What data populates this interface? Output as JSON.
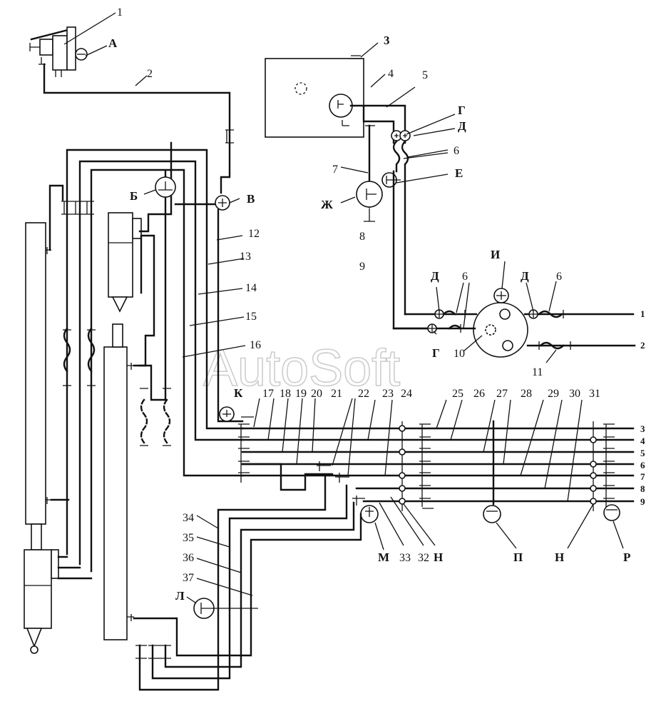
{
  "watermark": "AutoSoft",
  "callouts": {
    "n1": "1",
    "n2": "2",
    "n3": "3",
    "n4": "4",
    "n5": "5",
    "n6a": "6",
    "n7": "7",
    "n8": "8",
    "n9": "9",
    "n12": "12",
    "n13": "13",
    "n14": "14",
    "n15": "15",
    "n16": "16",
    "n6b": "6",
    "n6c": "6",
    "n10": "10",
    "n11": "11",
    "n17": "17",
    "n18": "18",
    "n19": "19",
    "n20": "20",
    "n21": "21",
    "n22": "22",
    "n23": "23",
    "n24": "24",
    "n25": "25",
    "n26": "26",
    "n27": "27",
    "n28": "28",
    "n29": "29",
    "n30": "30",
    "n31": "31",
    "n32": "32",
    "n33": "33",
    "n34": "34",
    "n35": "35",
    "n36": "36",
    "n37": "37"
  },
  "letters": {
    "A": "А",
    "B": "Б",
    "V": "В",
    "G": "Г",
    "D": "Д",
    "E": "Е",
    "ZH": "Ж",
    "I": "И",
    "D2": "Д",
    "D3": "Д",
    "G2": "Г",
    "K": "К",
    "L": "Л",
    "M": "М",
    "N1": "Н",
    "P": "П",
    "N2": "Н",
    "R": "Р"
  },
  "right_edge": {
    "r1": "1",
    "r2": "2",
    "r3": "3",
    "r4": "4",
    "r5": "5",
    "r6": "6",
    "r7": "7",
    "r8": "8",
    "r9": "9"
  }
}
